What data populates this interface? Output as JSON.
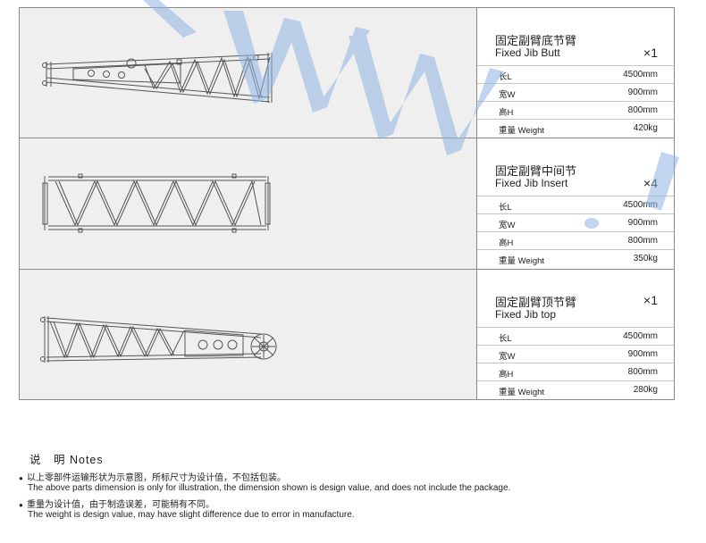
{
  "parts": [
    {
      "name_cn": "固定副臂底节臂",
      "name_en": "Fixed Jib Butt",
      "qty": "×1",
      "specs": [
        {
          "label": "长L",
          "value": "4500mm"
        },
        {
          "label": "宽W",
          "value": "900mm"
        },
        {
          "label": "高H",
          "value": "800mm"
        },
        {
          "label": "重量 Weight",
          "value": "420kg"
        }
      ]
    },
    {
      "name_cn": "固定副臂中间节",
      "name_en": "Fixed Jib Insert",
      "qty": "×4",
      "specs": [
        {
          "label": "长L",
          "value": "4500mm"
        },
        {
          "label": "宽W",
          "value": "900mm"
        },
        {
          "label": "高H",
          "value": "800mm"
        },
        {
          "label": "重量 Weight",
          "value": "350kg"
        }
      ]
    },
    {
      "name_cn": "固定副臂顶节臂",
      "name_en": "Fixed Jib top",
      "qty": "×1",
      "specs": [
        {
          "label": "长L",
          "value": "4500mm"
        },
        {
          "label": "宽W",
          "value": "900mm"
        },
        {
          "label": "高H",
          "value": "800mm"
        },
        {
          "label": "重量 Weight",
          "value": "280kg"
        }
      ]
    }
  ],
  "notes": {
    "title": "说　明 Notes",
    "items": [
      {
        "cn": "以上零部件运输形状为示意图，所标尺寸为设计值，不包括包装。",
        "en": "The above parts dimension is only for illustration, the dimension shown is design value, and does not include the package."
      },
      {
        "cn": "重量为设计值，由于制造误差，可能稍有不同。",
        "en": "The weight is design value, may have slight difference due to error in manufacture."
      }
    ]
  },
  "colors": {
    "border": "#8a8a8a",
    "panel": "#efefef",
    "watermark": "#8fb4e3"
  }
}
